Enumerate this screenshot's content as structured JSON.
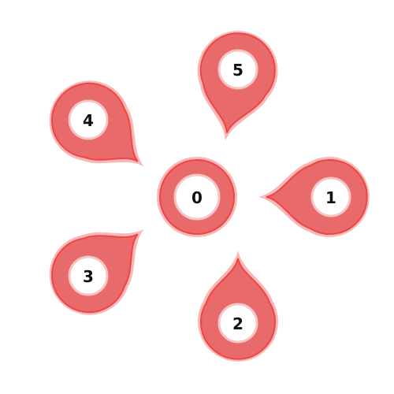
{
  "colors": {
    "pin_fill": "#e86a6a",
    "pin_stroke": "#f04545",
    "halo": "#f7b8b8",
    "inner": "#ffffff",
    "inner_ring": "#f4c6c6",
    "text": "#111111"
  },
  "center": {
    "label": "0"
  },
  "pins": [
    {
      "label": "1",
      "pointing": "left"
    },
    {
      "label": "2",
      "pointing": "up"
    },
    {
      "label": "3",
      "pointing": "up-right"
    },
    {
      "label": "4",
      "pointing": "down-right"
    },
    {
      "label": "5",
      "pointing": "down"
    }
  ]
}
